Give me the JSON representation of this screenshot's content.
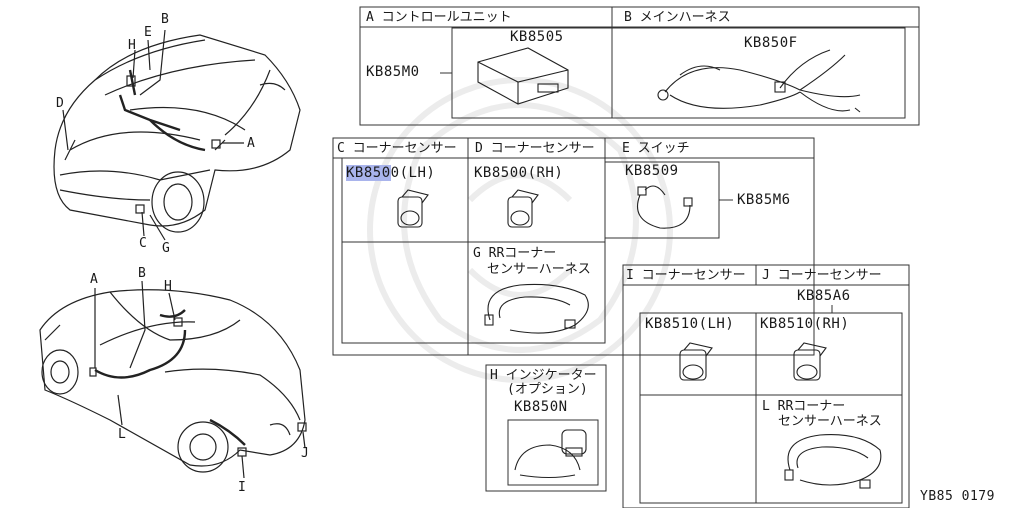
{
  "diagram_ref": "YB85 0179",
  "car_callouts": {
    "front": {
      "B": "B",
      "H": "H",
      "E": "E",
      "D": "D",
      "A": "A",
      "C": "C",
      "G": "G"
    },
    "rear": {
      "A": "A",
      "B": "B",
      "H": "H",
      "L": "L",
      "I": "I",
      "J": "J"
    }
  },
  "boxes": {
    "A": {
      "title": "A コントロールユニット",
      "part": "KB8505",
      "set": "KB85M0"
    },
    "B": {
      "title": "B メインハーネス",
      "part": "KB850F"
    },
    "C": {
      "title": "C コーナーセンサー",
      "part_hl": "KB850",
      "part_rest": "0(LH)"
    },
    "D": {
      "title": "D コーナーセンサー",
      "part": "KB8500(RH)"
    },
    "E": {
      "title": "E スイッチ",
      "part": "KB8509",
      "set": "KB85M6"
    },
    "G": {
      "title_line1": "G RRコーナー",
      "title_line2": "センサーハーネス"
    },
    "H": {
      "title_line1": "H インジケーター",
      "title_line2": "(オプション)",
      "part": "KB850N"
    },
    "I": {
      "title": "I コーナーセンサー",
      "part": "KB8510(LH)"
    },
    "J": {
      "title": "J コーナーセンサー",
      "part": "KB8510(RH)",
      "set": "KB85A6"
    },
    "L": {
      "title_line1": "L RRコーナー",
      "title_line2": "センサーハーネス"
    }
  }
}
